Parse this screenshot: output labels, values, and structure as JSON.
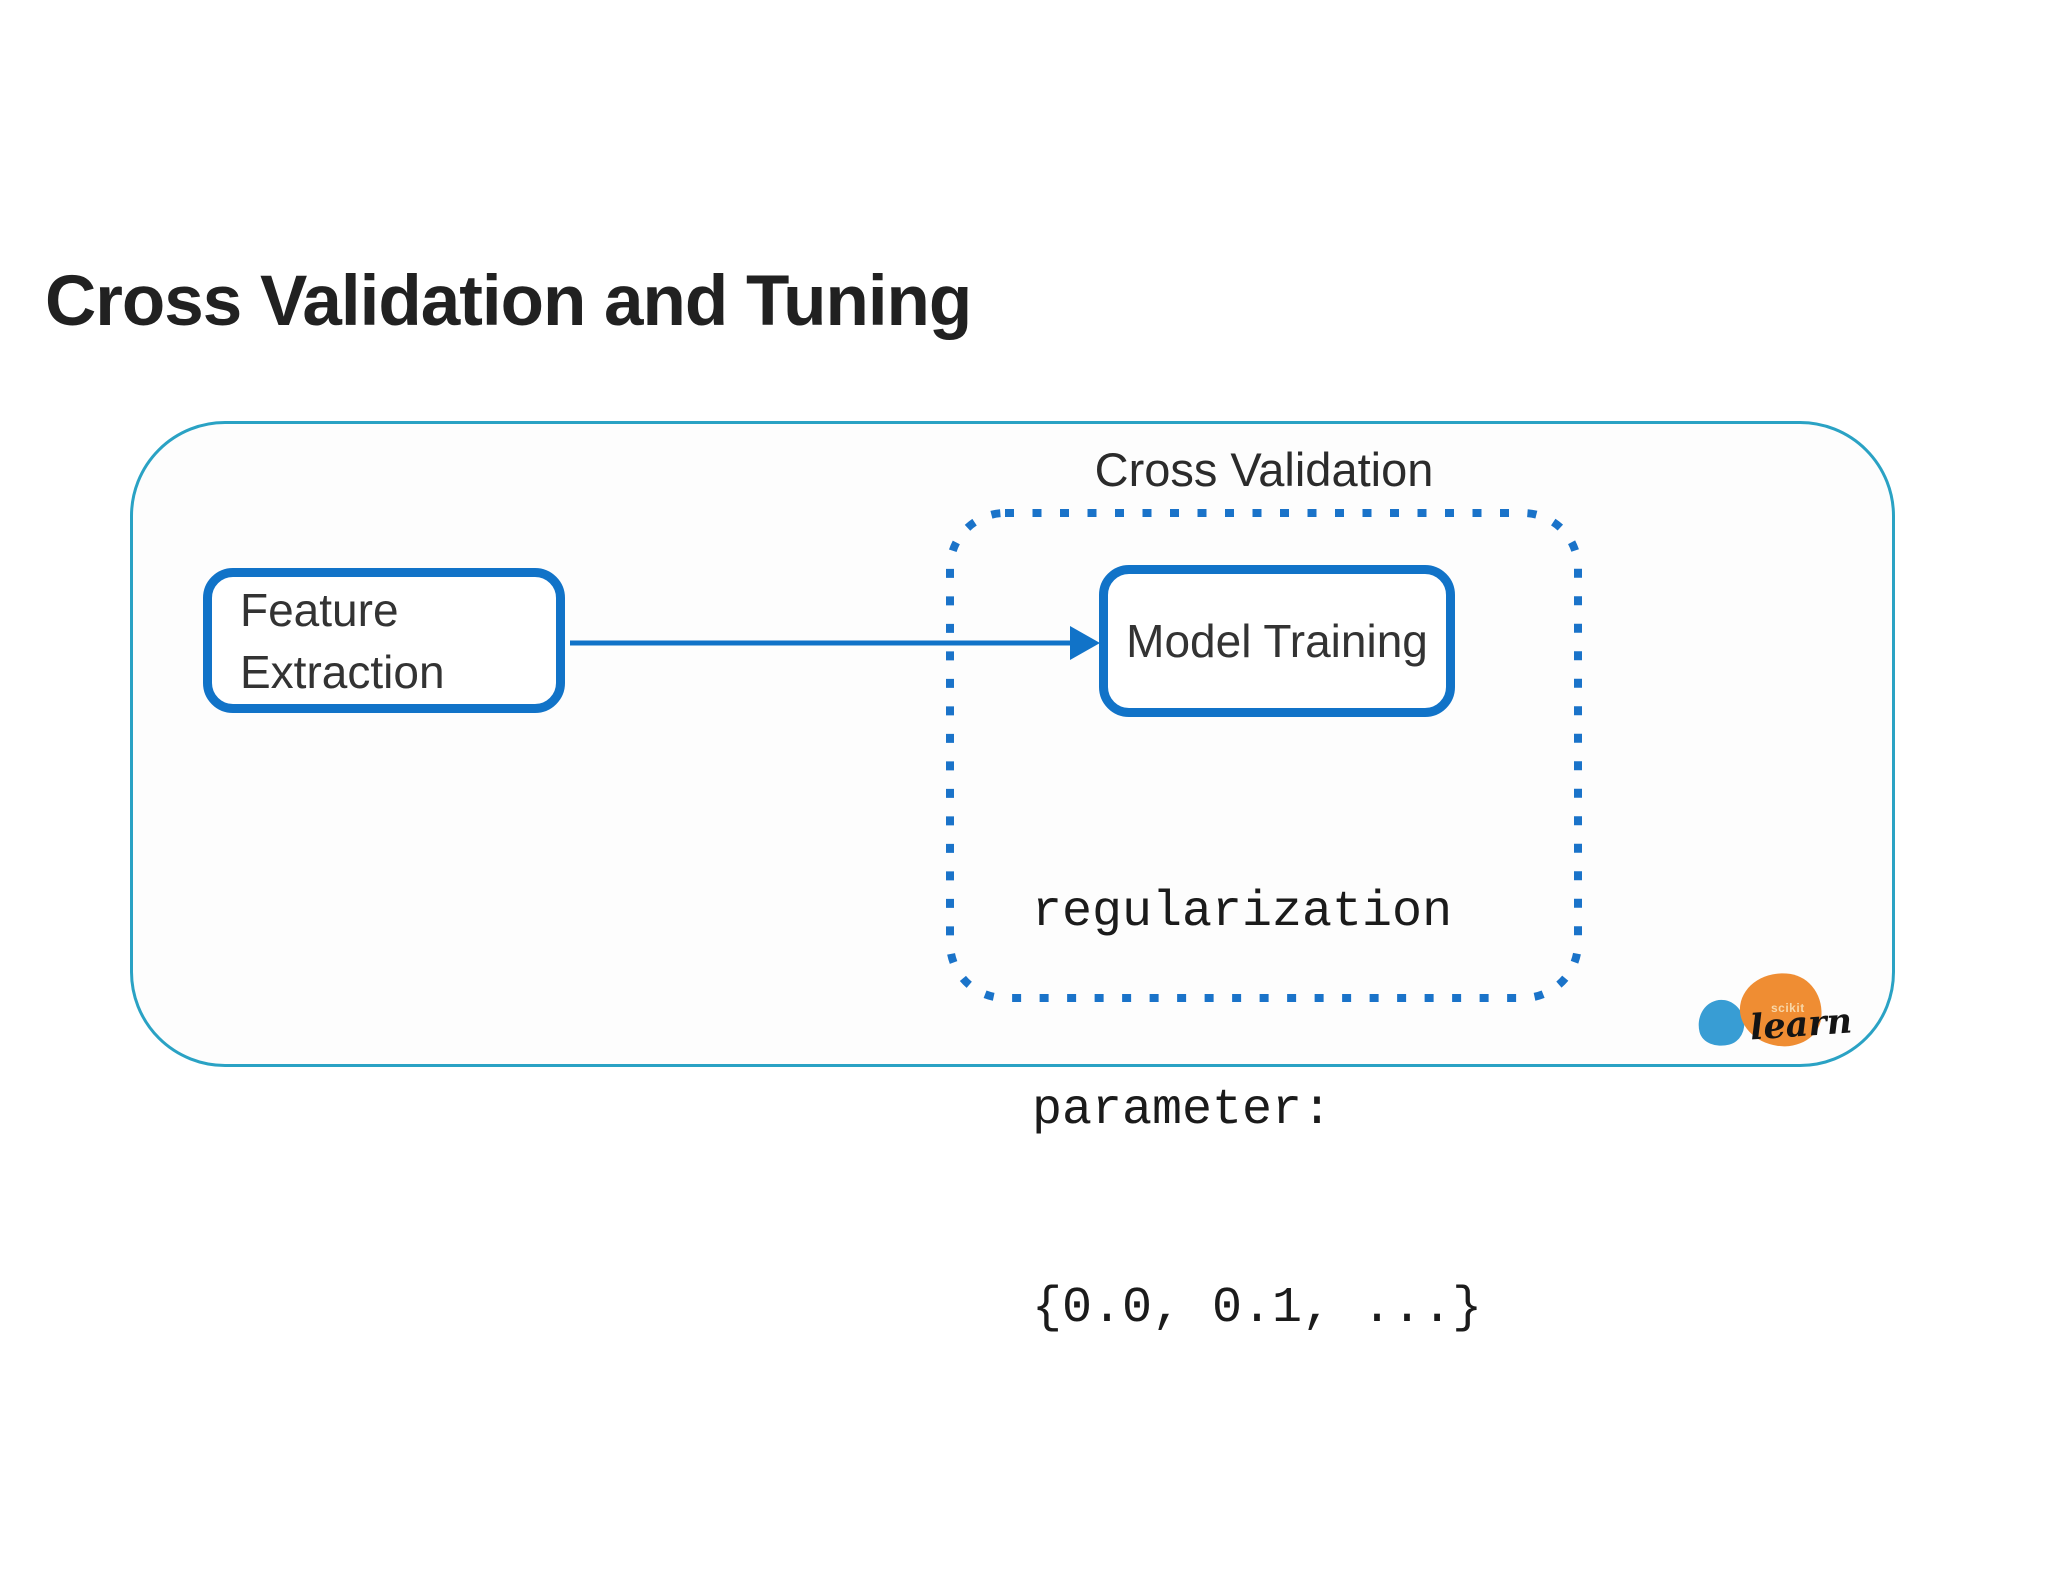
{
  "slide": {
    "title": "Cross Validation and Tuning"
  },
  "diagram": {
    "container_label": "Cross Validation",
    "feature_extraction": {
      "line1": "Feature",
      "line2": "Extraction"
    },
    "model_training": {
      "label": "Model Training"
    },
    "regularization": {
      "lines": [
        "regularization",
        "parameter:",
        "{0.0, 0.1, ...}"
      ]
    }
  },
  "logo": {
    "scikit_label": "scikit",
    "learn_label": "learn"
  },
  "colors": {
    "accent_blue": "#1173c8",
    "container_border_teal": "#2aa2c4",
    "dotted_border_blue": "#1a73c9",
    "logo_blue": "#389dd4",
    "logo_orange": "#ef8d33",
    "title_text": "#212121",
    "body_text": "#333333"
  }
}
